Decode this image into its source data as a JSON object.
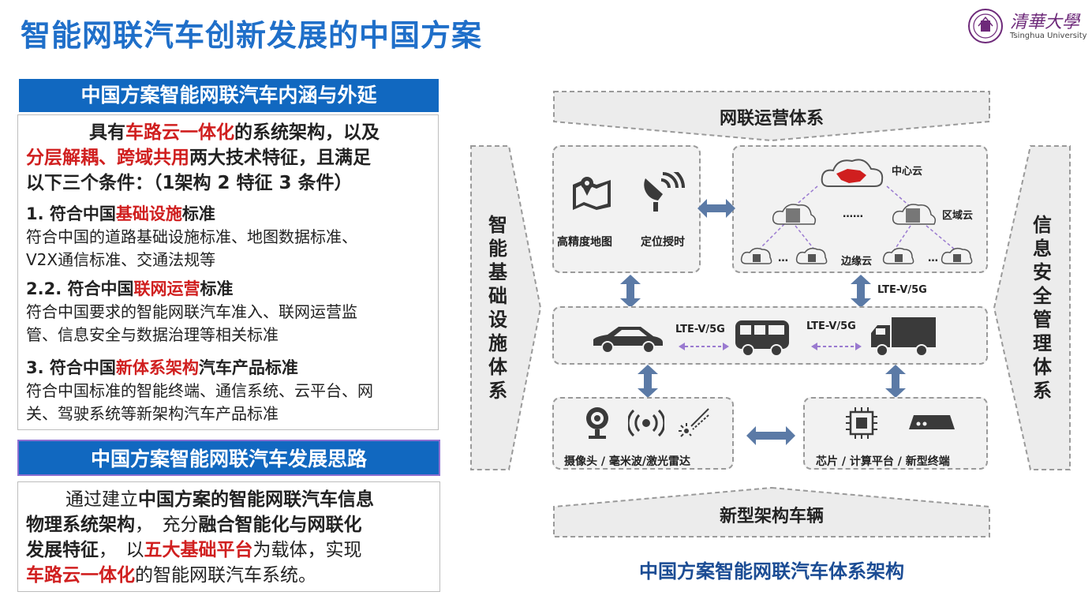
{
  "title": "智能网联汽车创新发展的中国方案",
  "logo": {
    "cn": "清華大學",
    "en": "Tsinghua University"
  },
  "panel1": {
    "heading": "中国方案智能网联汽车内涵与外延",
    "intro": {
      "l1_a": "具有",
      "l1_red": "车路云一体化",
      "l1_b": "的系统架构，以及",
      "l2_red": "分层解耦、跨域共用",
      "l2_b": "两大技术特征，且满足",
      "l3": "以下三个条件：（1架构 2 特征 3 条件）"
    },
    "items": [
      {
        "prefix": "1. 符合中国",
        "red": "基础设施",
        "suffix": "标准",
        "lines": [
          "符合中国的道路基础设施标准、地图数据标准、",
          "V2X通信标准、交通法规等"
        ]
      },
      {
        "prefix": "2.2. 符合中国",
        "red": "联网运营",
        "suffix": "标准",
        "lines": [
          "符合中国要求的智能网联汽车准入、联网运营监",
          "管、信息安全与数据治理等相关标准"
        ]
      },
      {
        "prefix": "3. 符合中国",
        "red": "新体系架构",
        "suffix": "汽车产品标准",
        "lines": [
          "符合中国标准的智能终端、通信系统、云平台、网",
          "关、驾驶系统等新架构汽车产品标准"
        ]
      }
    ]
  },
  "panel2": {
    "heading": "中国方案智能网联汽车发展思路",
    "l1_a": "通过建立",
    "l1_b": "中国方案的智能网联汽车信息",
    "l2_a": "物理系统架构",
    "l2_b": "，　充分",
    "l2_c": "融合智能化与网联化",
    "l3_a": "发展特征",
    "l3_b": "，　以",
    "l3_red": "五大基础平台",
    "l3_c": "为载体，实现",
    "l4_red": "车路云一体化",
    "l4_b": "的智能网联汽车系统。"
  },
  "diagram": {
    "top_label": "网联运营体系",
    "bottom_label": "新型架构车辆",
    "left_label": "智能基础设施体系",
    "right_label": "信息安全管理体系",
    "map_label": "高精度地图",
    "positioning_label": "定位授时",
    "center_cloud": "中心云",
    "region_cloud": "区域云",
    "edge_cloud": "边缘云",
    "ellipsis": "……",
    "small_ellipsis": "…",
    "lte_1": "LTE-V/5G",
    "lte_2": "LTE-V/5G",
    "lte_3": "LTE-V/5G",
    "sensors_label": "摄像头 / 毫米波/激光雷达",
    "compute_label": "芯片 / 计算平台 / 新型终端",
    "caption": "中国方案智能网联汽车体系架构"
  },
  "colors": {
    "title_blue": "#1f6fc9",
    "header_blue": "#1168c0",
    "accent_red": "#d01f1f",
    "arrow_blue": "#5b7aa6",
    "caption_blue": "#1b4c94"
  }
}
